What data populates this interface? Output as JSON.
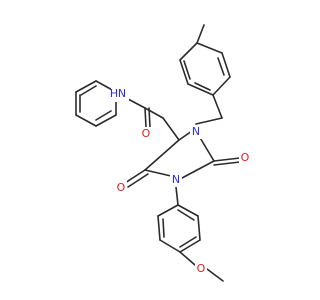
{
  "molecule": {
    "atom_labels": {
      "amide_nh": "NH",
      "amide_nh_n": "N",
      "amide_nh_h": "H",
      "amide_o": "O",
      "ring_n3": "N",
      "ring_n1": "N",
      "ring_o_c2": "O",
      "ring_o_c4": "O",
      "ether_o": "O"
    },
    "colors": {
      "bond": "#2b2b2b",
      "nitrogen": "#2d2df2",
      "oxygen": "#e01e1e"
    }
  }
}
